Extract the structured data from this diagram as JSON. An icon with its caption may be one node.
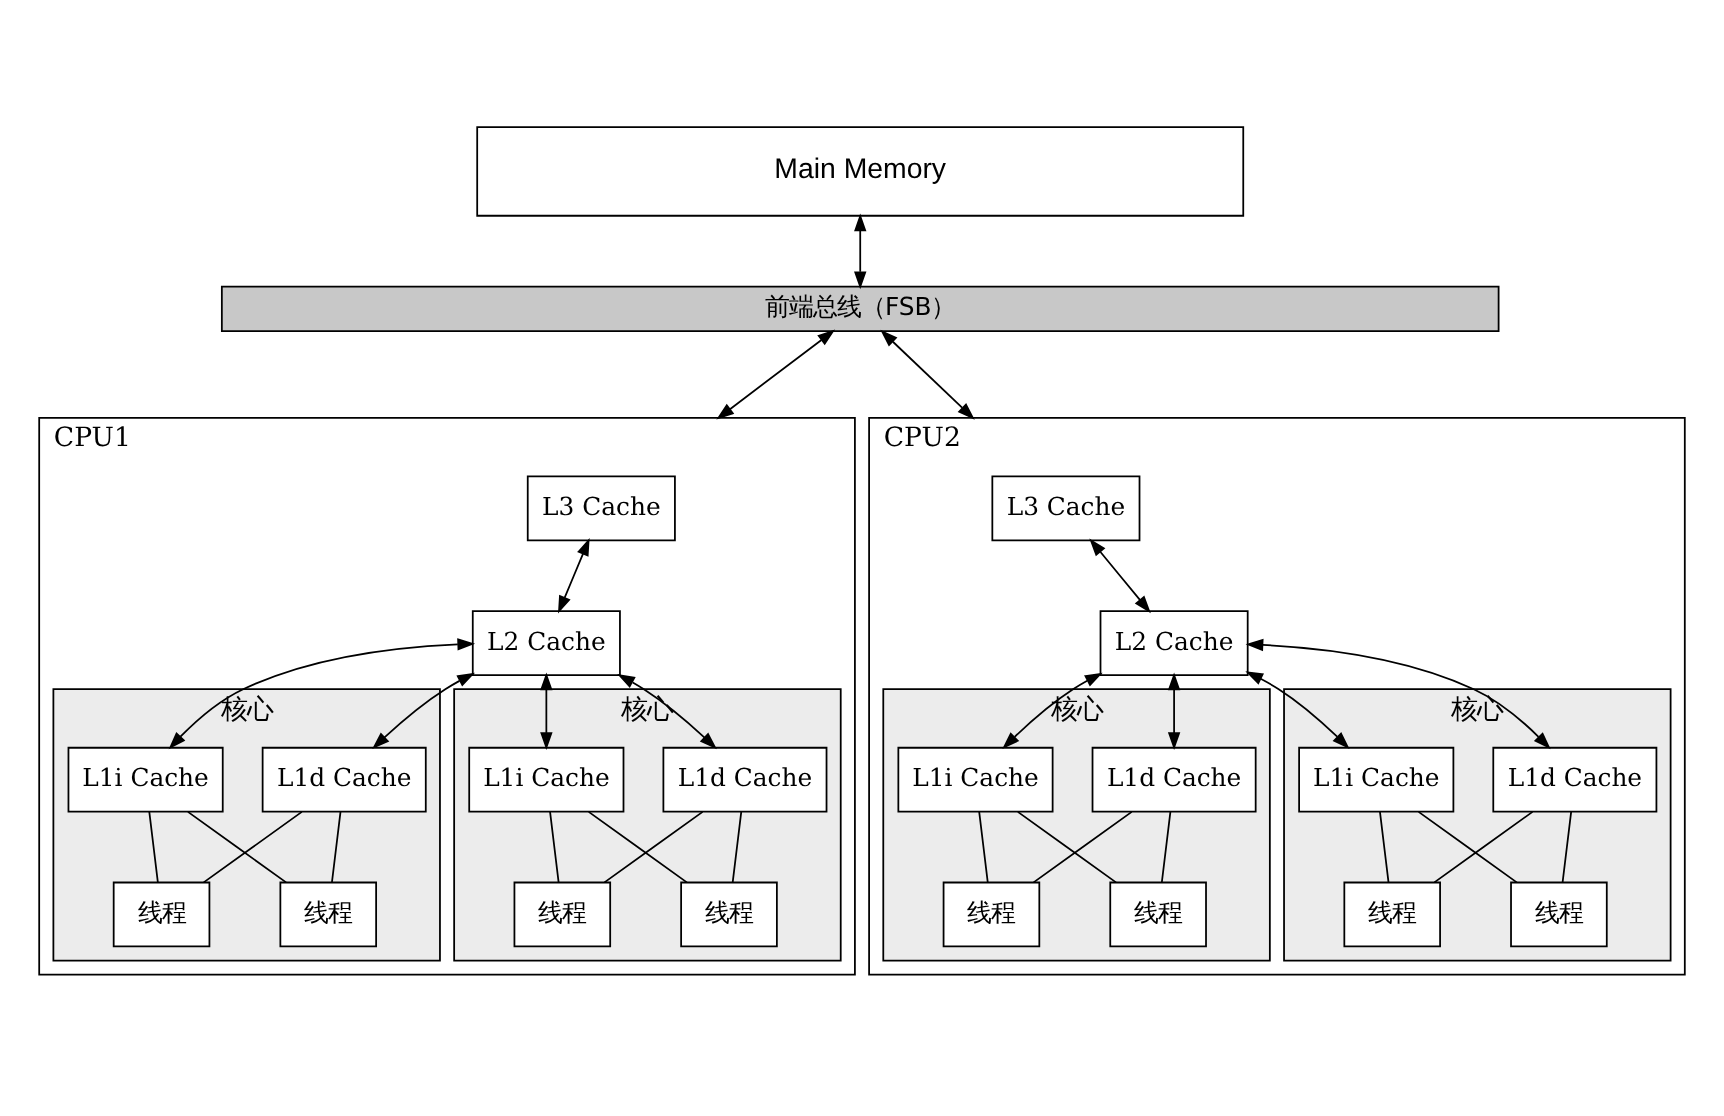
{
  "diagram": {
    "nodes": [
      {
        "text": [
          "Main Memory"
        ]
      },
      {
        "text": [
          "前端总线（FSB）"
        ]
      },
      {
        "text": [
          "CPU1"
        ]
      },
      {
        "text": [
          "L3 Cache"
        ],
        "in": 2
      },
      {
        "text": [
          "L2 Cache"
        ],
        "in": 2
      },
      {
        "text": [
          "核心"
        ],
        "in": 2
      },
      {
        "text": [
          "L1d Cache"
        ],
        "in": 5
      },
      {
        "text": [
          "L1i Cache"
        ],
        "in": 5
      },
      {
        "text": [
          "线程"
        ],
        "in": 5
      },
      {
        "text": [
          "线程"
        ],
        "in": 5
      },
      {
        "text": [
          "核心"
        ],
        "in": 2
      },
      {
        "text": [
          "L1d Cache"
        ],
        "in": 10
      },
      {
        "text": [
          "L1i Cache"
        ],
        "in": 10
      },
      {
        "text": [
          "线程"
        ],
        "in": 10
      },
      {
        "text": [
          "线程"
        ],
        "in": 10
      },
      {
        "text": [
          "CPU2"
        ]
      },
      {
        "text": [
          "L3 Cache"
        ],
        "in": 15
      },
      {
        "text": [
          "L2 Cache"
        ],
        "in": 15
      },
      {
        "text": [
          "核心"
        ],
        "in": 15
      },
      {
        "text": [
          "L1d Cache"
        ],
        "in": 18
      },
      {
        "text": [
          "L1i Cache"
        ],
        "in": 18
      },
      {
        "text": [
          "线程"
        ],
        "in": 18
      },
      {
        "text": [
          "线程"
        ],
        "in": 18
      },
      {
        "text": [
          "核心"
        ],
        "in": 15
      },
      {
        "text": [
          "L1d Cache"
        ],
        "in": 23
      },
      {
        "text": [
          "L1i Cache"
        ],
        "in": 23
      },
      {
        "text": [
          "线程"
        ],
        "in": 23
      },
      {
        "text": [
          "线程"
        ],
        "in": 23
      }
    ],
    "edges": [
      {
        "from": 0,
        "to": 1,
        "arrow": "both"
      },
      {
        "from": 1,
        "to": 2,
        "arrow": "both"
      },
      {
        "from": 1,
        "to": 15,
        "arrow": "both"
      },
      {
        "from": 3,
        "to": 4,
        "arrow": "both"
      },
      {
        "from": 4,
        "to": 6,
        "arrow": "both"
      },
      {
        "from": 4,
        "to": 7,
        "arrow": "both"
      },
      {
        "from": 4,
        "to": 11,
        "arrow": "both"
      },
      {
        "from": 4,
        "to": 12,
        "arrow": "both"
      },
      {
        "from": 6,
        "to": 8,
        "arrow": "none"
      },
      {
        "from": 6,
        "to": 9,
        "arrow": "none"
      },
      {
        "from": 7,
        "to": 8,
        "arrow": "none"
      },
      {
        "from": 7,
        "to": 9,
        "arrow": "none"
      },
      {
        "from": 11,
        "to": 13,
        "arrow": "none"
      },
      {
        "from": 11,
        "to": 14,
        "arrow": "none"
      },
      {
        "from": 12,
        "to": 13,
        "arrow": "none"
      },
      {
        "from": 12,
        "to": 14,
        "arrow": "none"
      },
      {
        "from": 16,
        "to": 17,
        "arrow": "both"
      },
      {
        "from": 17,
        "to": 19,
        "arrow": "both"
      },
      {
        "from": 17,
        "to": 20,
        "arrow": "both"
      },
      {
        "from": 17,
        "to": 24,
        "arrow": "both"
      },
      {
        "from": 17,
        "to": 25,
        "arrow": "both"
      },
      {
        "from": 19,
        "to": 21,
        "arrow": "none"
      },
      {
        "from": 19,
        "to": 22,
        "arrow": "none"
      },
      {
        "from": 20,
        "to": 21,
        "arrow": "none"
      },
      {
        "from": 20,
        "to": 22,
        "arrow": "none"
      },
      {
        "from": 24,
        "to": 26,
        "arrow": "none"
      },
      {
        "from": 24,
        "to": 27,
        "arrow": "none"
      },
      {
        "from": 25,
        "to": 26,
        "arrow": "none"
      },
      {
        "from": 25,
        "to": 27,
        "arrow": "none"
      }
    ]
  }
}
